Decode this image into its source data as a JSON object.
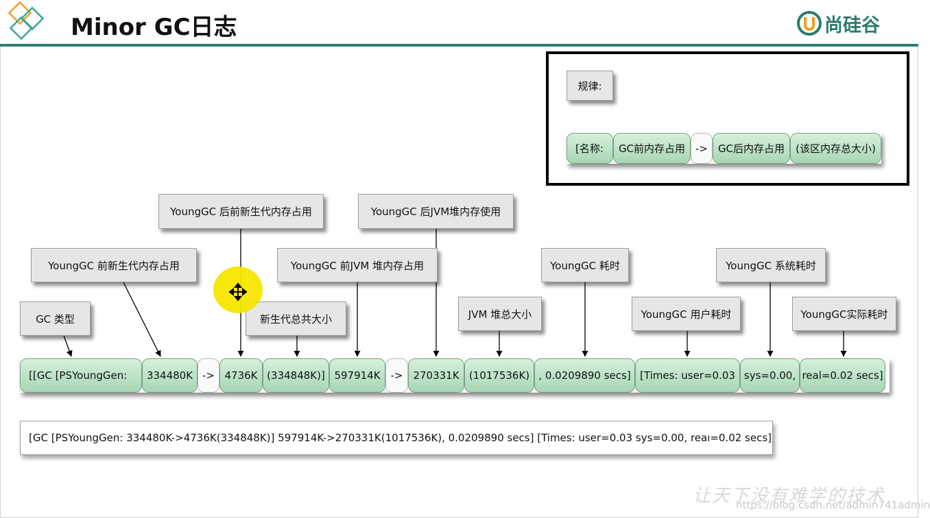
{
  "header": {
    "title": "Minor GC日志",
    "brand": "尚硅谷",
    "accent_color": "#2e7d72"
  },
  "legend": {
    "tag": "规律:",
    "segments": [
      "[名称:",
      "GC前内存占用",
      "->",
      "GC后内存占用",
      "(该区内存总大小)"
    ]
  },
  "callouts": {
    "gc_type": "GC 类型",
    "young_before": "YoungGC 前新生代内存占用",
    "young_after": "YoungGC 后前新生代内存占用",
    "young_total": "新生代总共大小",
    "jvm_before": "YoungGC 前JVM 堆内存占用",
    "jvm_after": "YoungGC 后JVM堆内存使用",
    "jvm_total": "JVM 堆总大小",
    "gc_time": "YoungGC 耗时",
    "user_time": "YoungGC 用户耗时",
    "sys_time": "YoungGC 系统耗时",
    "real_time": "YoungGC实际耗时"
  },
  "log_segments": [
    "[[GC [PSYoungGen:",
    "334480K",
    "->",
    "4736K",
    "(334848K)]",
    "597914K",
    "->",
    "270331K",
    "(1017536K)",
    ", 0.0209890 secs]",
    "[Times: user=0.03",
    "sys=0.00,",
    "real=0.02 secs]"
  ],
  "raw_log": "[GC [PSYoungGen: 334480K->4736K(334848K)] 597914K->270331K(1017536K), 0.0209890 secs] [Times: user=0.03 sys=0.00, reaı=0.02 secs]",
  "watermark": {
    "slogan": "让天下没有难学的技术",
    "url": "https://blog.csdn.net/admin741admin"
  },
  "icons": {
    "cursor": "move-cursor-icon",
    "logo": "diamond-logo-icon",
    "brand_mark": "brand-u-icon"
  }
}
